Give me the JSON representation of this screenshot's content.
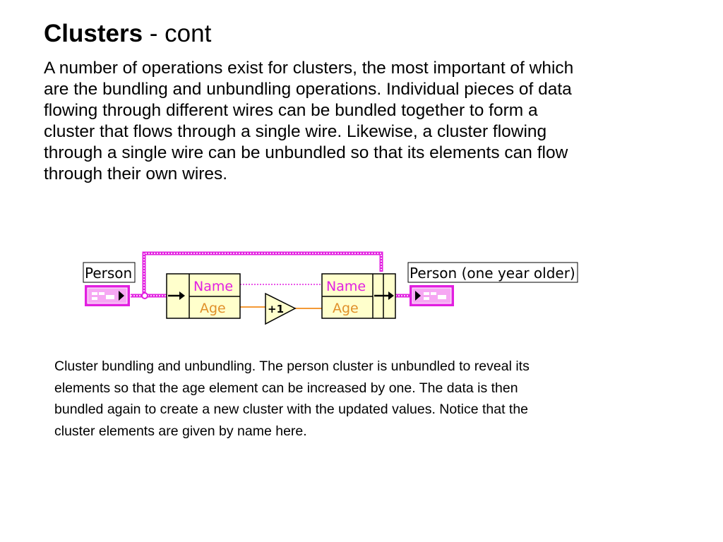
{
  "slide": {
    "title_bold": "Clusters",
    "title_rest": " - cont",
    "intro_lines": [
      "A number of operations exist for clusters, the most important of which",
      "are the bundling and unbundling operations. Individual pieces of data",
      "flowing through different wires can be bundled together to form a",
      "cluster that flows through a single wire. Likewise, a cluster flowing",
      "through a single wire can be unbundled so that its elements can flow",
      "through their own wires."
    ],
    "caption_lines": [
      "Cluster bundling and unbundling. The person cluster is unbundled to reveal its",
      "elements so that the age element can be increased by one. The data is then",
      "bundled again to create a new cluster with the updated values. Notice that the",
      "cluster elements are given by name here."
    ]
  },
  "diagram": {
    "input_label": "Person",
    "output_label": "Person (one year older)",
    "unbundle_fields": [
      "Name",
      "Age"
    ],
    "bundle_fields": [
      "Name",
      "Age"
    ],
    "increment_label": "+1",
    "colors": {
      "cluster_wire": "#e21fe0",
      "cluster_wire_light": "#f6a7f3",
      "numeric_wire": "#f49a36",
      "node_fill": "#ffffcc",
      "field_text": "#e11fe2",
      "age_text": "#e0902a"
    }
  }
}
